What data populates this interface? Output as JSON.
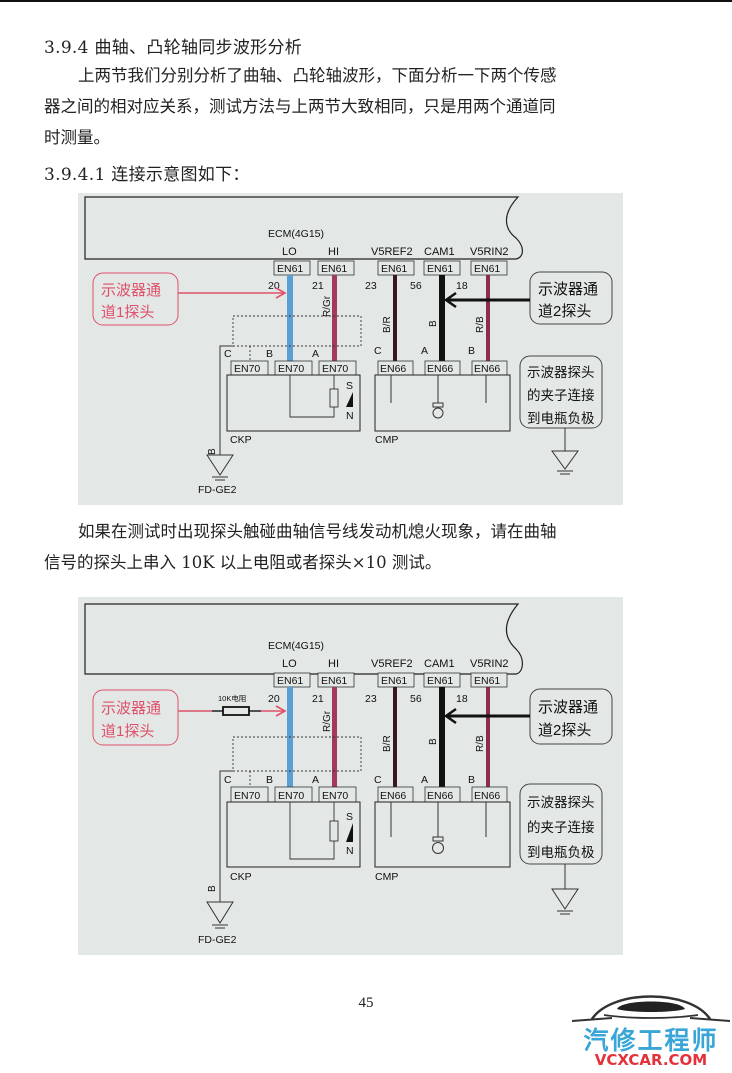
{
  "page": {
    "section_heading": "3.9.4 曲轴、凸轮轴同步波形分析",
    "intro_line1": "上两节我们分别分析了曲轴、凸轮轴波形，下面分析一下两个传感",
    "intro_line2": "器之间的相对应关系，测试方法与上两节大致相同，只是用两个通道同",
    "intro_line3": "时测量。",
    "subsection_heading": "3.9.4.1 连接示意图如下：",
    "note_line1": "如果在测试时出现探头触碰曲轴信号线发动机熄火现象，请在曲轴",
    "note_line2": "信号的探头上串入 10K 以上电阻或者探头×10 测试。",
    "page_number": "45"
  },
  "diagram": {
    "ecm_label": "ECM(4G15)",
    "pins": [
      {
        "name": "LO",
        "connector": "EN61",
        "number": "20",
        "wire": "",
        "color": "#5a9fd4"
      },
      {
        "name": "HI",
        "connector": "EN61",
        "number": "21",
        "wire": "R/Gr",
        "color": "#a23a5a"
      },
      {
        "name": "V5REF2",
        "connector": "EN61",
        "number": "23",
        "wire": "B/R",
        "color": "#3a1620"
      },
      {
        "name": "CAM1",
        "connector": "EN61",
        "number": "56",
        "wire": "B",
        "color": "#111111"
      },
      {
        "name": "V5RIN2",
        "connector": "EN61",
        "number": "18",
        "wire": "R/B",
        "color": "#8a2d4a"
      }
    ],
    "ckp": {
      "label": "CKP",
      "connectors": [
        "EN70",
        "EN70",
        "EN70"
      ],
      "terminals": [
        "C",
        "B",
        "A"
      ],
      "magnet_s": "S",
      "magnet_n": "N",
      "ground_wire": "B",
      "ground_label": "FD-GE2"
    },
    "cmp": {
      "label": "CMP",
      "connectors": [
        "EN66",
        "EN66",
        "EN66"
      ],
      "terminals": [
        "C",
        "A",
        "B"
      ]
    },
    "callout_ch1_line1": "示波器通",
    "callout_ch1_line2": "道1探头",
    "callout_ch2_line1": "示波器通",
    "callout_ch2_line2": "道2探头",
    "callout_gnd_line1": "示波器探头",
    "callout_gnd_line2": "的夹子连接",
    "callout_gnd_line3": "到电瓶负极",
    "resistor_label": "10K电阻",
    "colors": {
      "background": "#e3e8e6",
      "ch1_callout": "#e0506a",
      "lo_wire": "#5a9fd4",
      "hi_wire": "#a23a5a"
    }
  },
  "logo": {
    "text_cn": "汽修工程师",
    "text_en": "VCXCAR.COM",
    "colors": {
      "cn": "#3aa6d8",
      "en": "#e5303a"
    }
  }
}
